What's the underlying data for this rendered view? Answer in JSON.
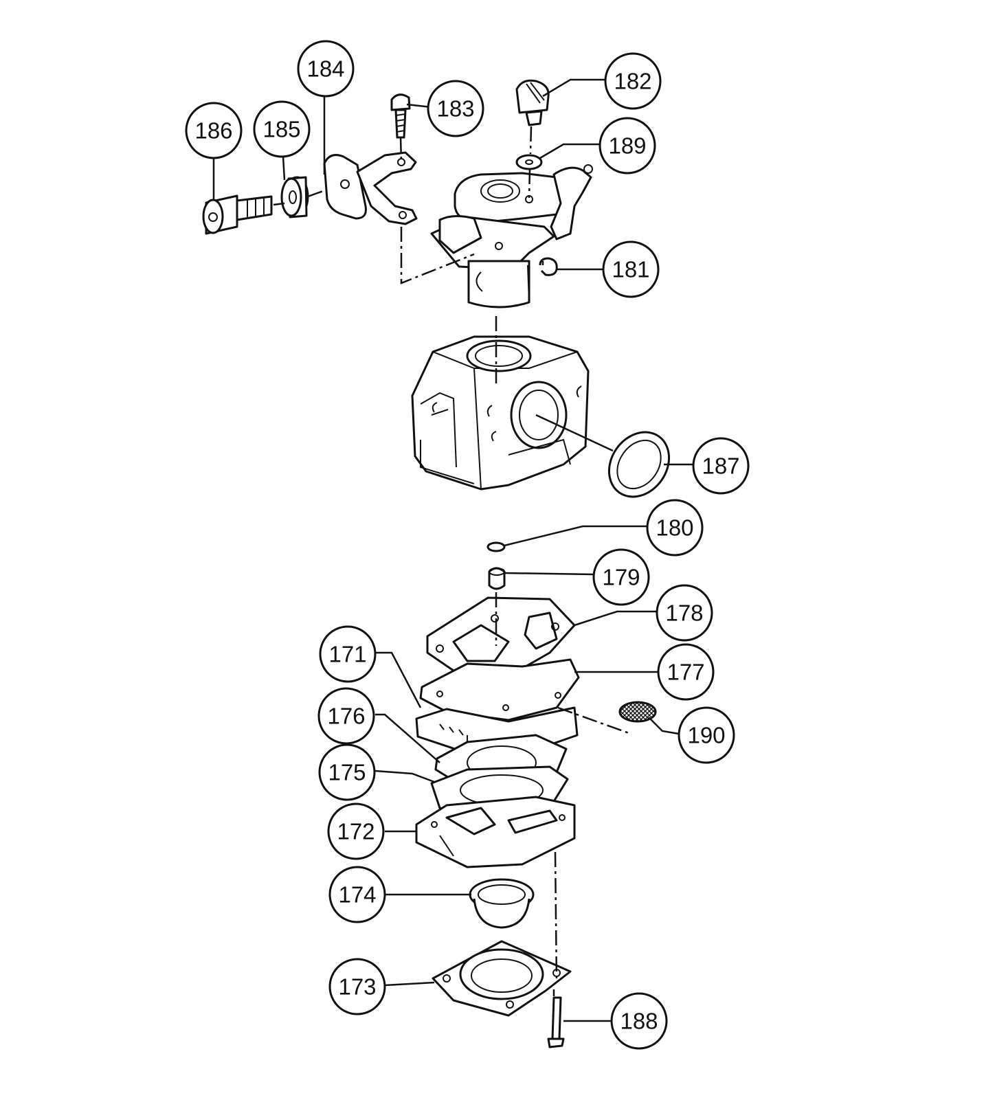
{
  "callouts": [
    {
      "id": "c186",
      "label": "186"
    },
    {
      "id": "c185",
      "label": "185"
    },
    {
      "id": "c184",
      "label": "184"
    },
    {
      "id": "c183",
      "label": "183"
    },
    {
      "id": "c182",
      "label": "182"
    },
    {
      "id": "c189",
      "label": "189"
    },
    {
      "id": "c181",
      "label": "181"
    },
    {
      "id": "c187",
      "label": "187"
    },
    {
      "id": "c180",
      "label": "180"
    },
    {
      "id": "c179",
      "label": "179"
    },
    {
      "id": "c178",
      "label": "178"
    },
    {
      "id": "c171",
      "label": "171"
    },
    {
      "id": "c177",
      "label": "177"
    },
    {
      "id": "c176",
      "label": "176"
    },
    {
      "id": "c190",
      "label": "190"
    },
    {
      "id": "c175",
      "label": "175"
    },
    {
      "id": "c172",
      "label": "172"
    },
    {
      "id": "c174",
      "label": "174"
    },
    {
      "id": "c173",
      "label": "173"
    },
    {
      "id": "c188",
      "label": "188"
    }
  ]
}
